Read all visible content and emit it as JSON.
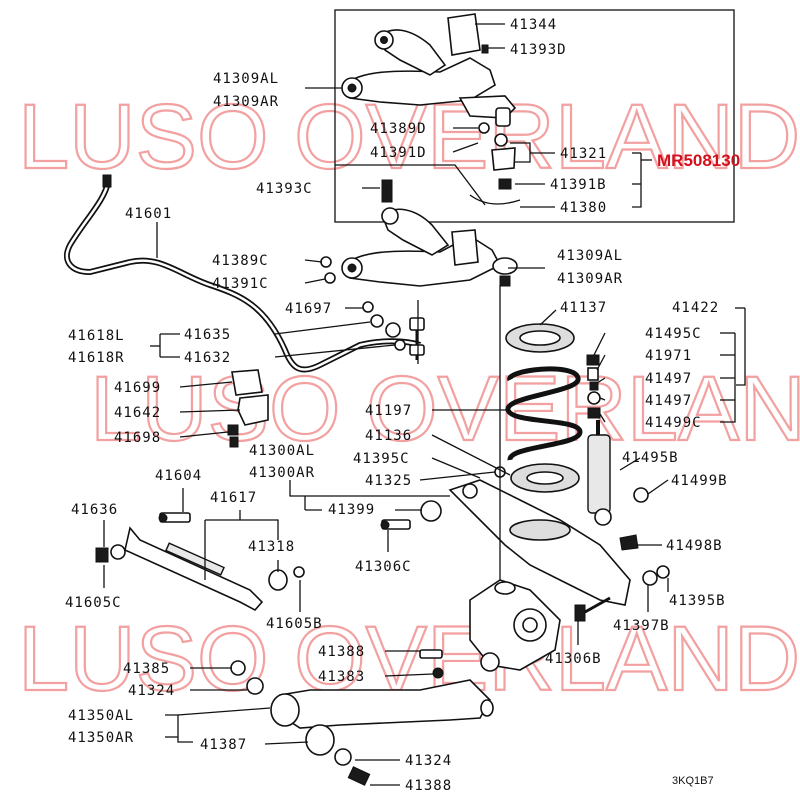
{
  "watermark": "LUSO OVERLAND",
  "highlight_part": "MR508130",
  "reference_code": "3KQ1B7",
  "labels": {
    "l41344": "41344",
    "l41393D": "41393D",
    "l41309AL_top": "41309AL",
    "l41309AR_top": "41309AR",
    "l41389D": "41389D",
    "l41391D": "41391D",
    "l41321": "41321",
    "l41391B": "41391B",
    "l41380": "41380",
    "l41393C": "41393C",
    "l41601": "41601",
    "l41309AL_mid": "41309AL",
    "l41309AR_mid": "41309AR",
    "l41389C": "41389C",
    "l41391C": "41391C",
    "l41697": "41697",
    "l41137": "41137",
    "l41422": "41422",
    "l41618L": "41618L",
    "l41618R": "41618R",
    "l41635": "41635",
    "l41632": "41632",
    "l41495C": "41495C",
    "l41971": "41971",
    "l41699": "41699",
    "l41497a": "41497",
    "l41497b": "41497",
    "l41642": "41642",
    "l41197": "41197",
    "l41499C": "41499C",
    "l41698": "41698",
    "l41136": "41136",
    "l41300AL": "41300AL",
    "l41300AR": "41300AR",
    "l41395C": "41395C",
    "l41495B": "41495B",
    "l41604": "41604",
    "l41325": "41325",
    "l41499B": "41499B",
    "l41617": "41617",
    "l41399": "41399",
    "l41636": "41636",
    "l41318": "41318",
    "l41306C": "41306C",
    "l41498B": "41498B",
    "l41605C": "41605C",
    "l41605B": "41605B",
    "l41395B": "41395B",
    "l41397B": "41397B",
    "l41388a": "41388",
    "l41306B": "41306B",
    "l41385": "41385",
    "l41383": "41383",
    "l41324a": "41324",
    "l41350AL": "41350AL",
    "l41350AR": "41350AR",
    "l41387": "41387",
    "l41324b": "41324",
    "l41388b": "41388"
  }
}
